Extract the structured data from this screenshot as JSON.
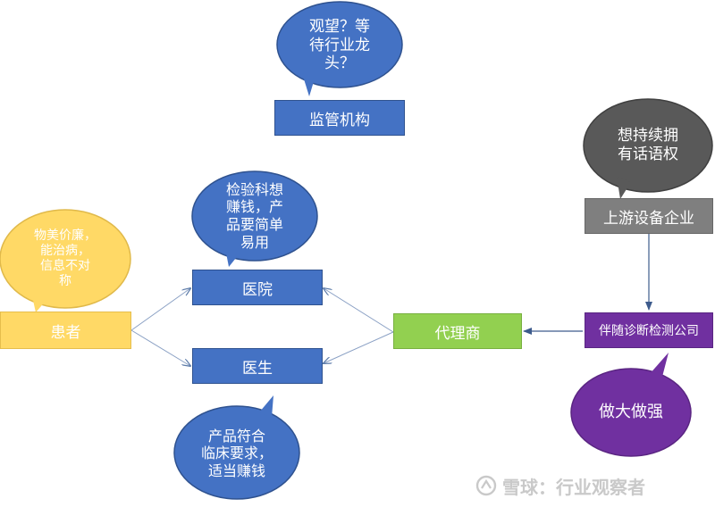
{
  "nodes": {
    "regulator": "监管机构",
    "hospital": "医院",
    "doctor": "医生",
    "patient": "患者",
    "agent": "代理商",
    "upstream": "上游设备企业",
    "companion": "伴随诊断检测公司"
  },
  "bubbles": {
    "regulator": "观望？等\n待行业龙\n头？",
    "lab": "检验科想\n赚钱，产\n品要简单\n易用",
    "patient": "物美价廉，\n能治病，\n信息不对\n称",
    "doctor": "产品符合\n临床要求，\n适当赚钱",
    "upstream": "想持续拥\n有话语权",
    "companion": "做大做强"
  },
  "watermark": {
    "text": "雪球：行业观察者"
  },
  "colors": {
    "blue": "#4472c4",
    "yellow": "#ffd966",
    "green": "#92d050",
    "gray": "#7f7f7f",
    "purple": "#7030a0",
    "dark_gray": "#595959"
  }
}
